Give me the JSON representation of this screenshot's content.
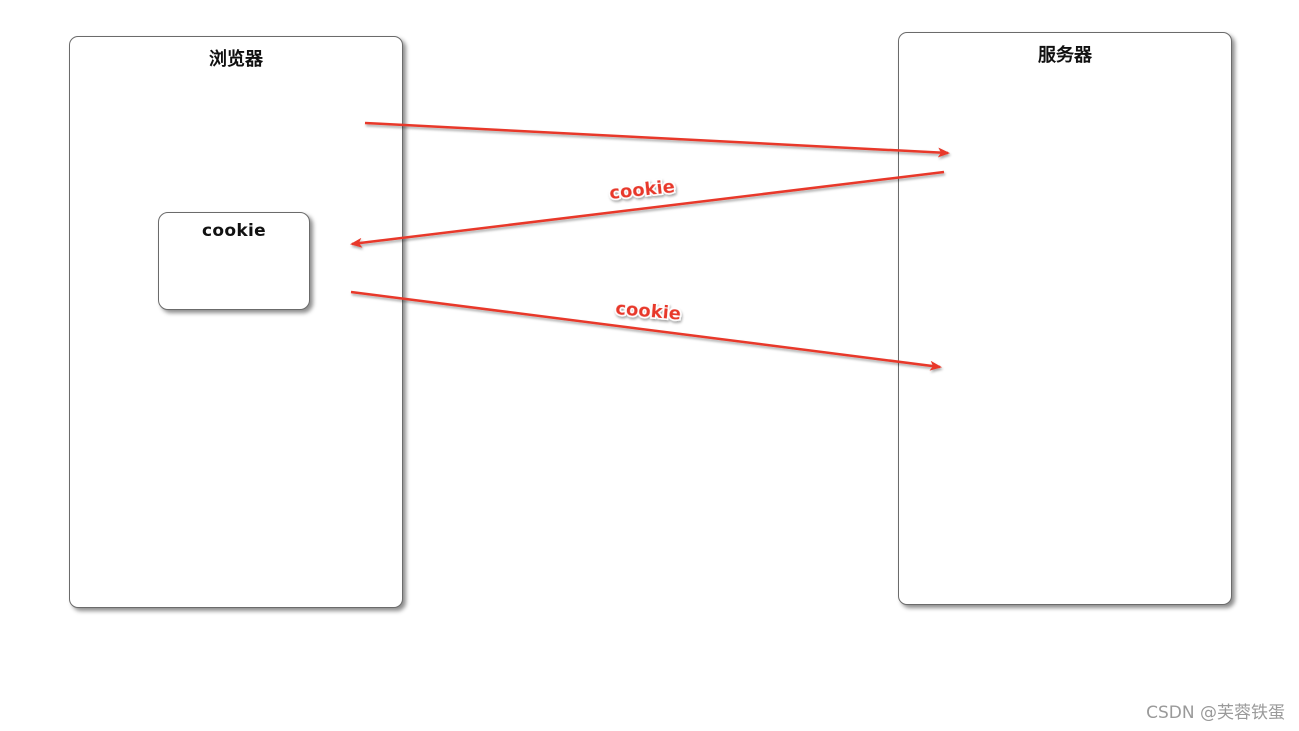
{
  "browser": {
    "title": "浏览器"
  },
  "server": {
    "title": "服务器"
  },
  "cookie_store": {
    "label": "cookie"
  },
  "arrows": {
    "response_label": "cookie",
    "second_request_label": "cookie"
  },
  "watermark": {
    "text": "CSDN @芙蓉铁蛋"
  },
  "colors": {
    "arrow": "#e8392a",
    "panel_border": "#6b6b6b"
  }
}
